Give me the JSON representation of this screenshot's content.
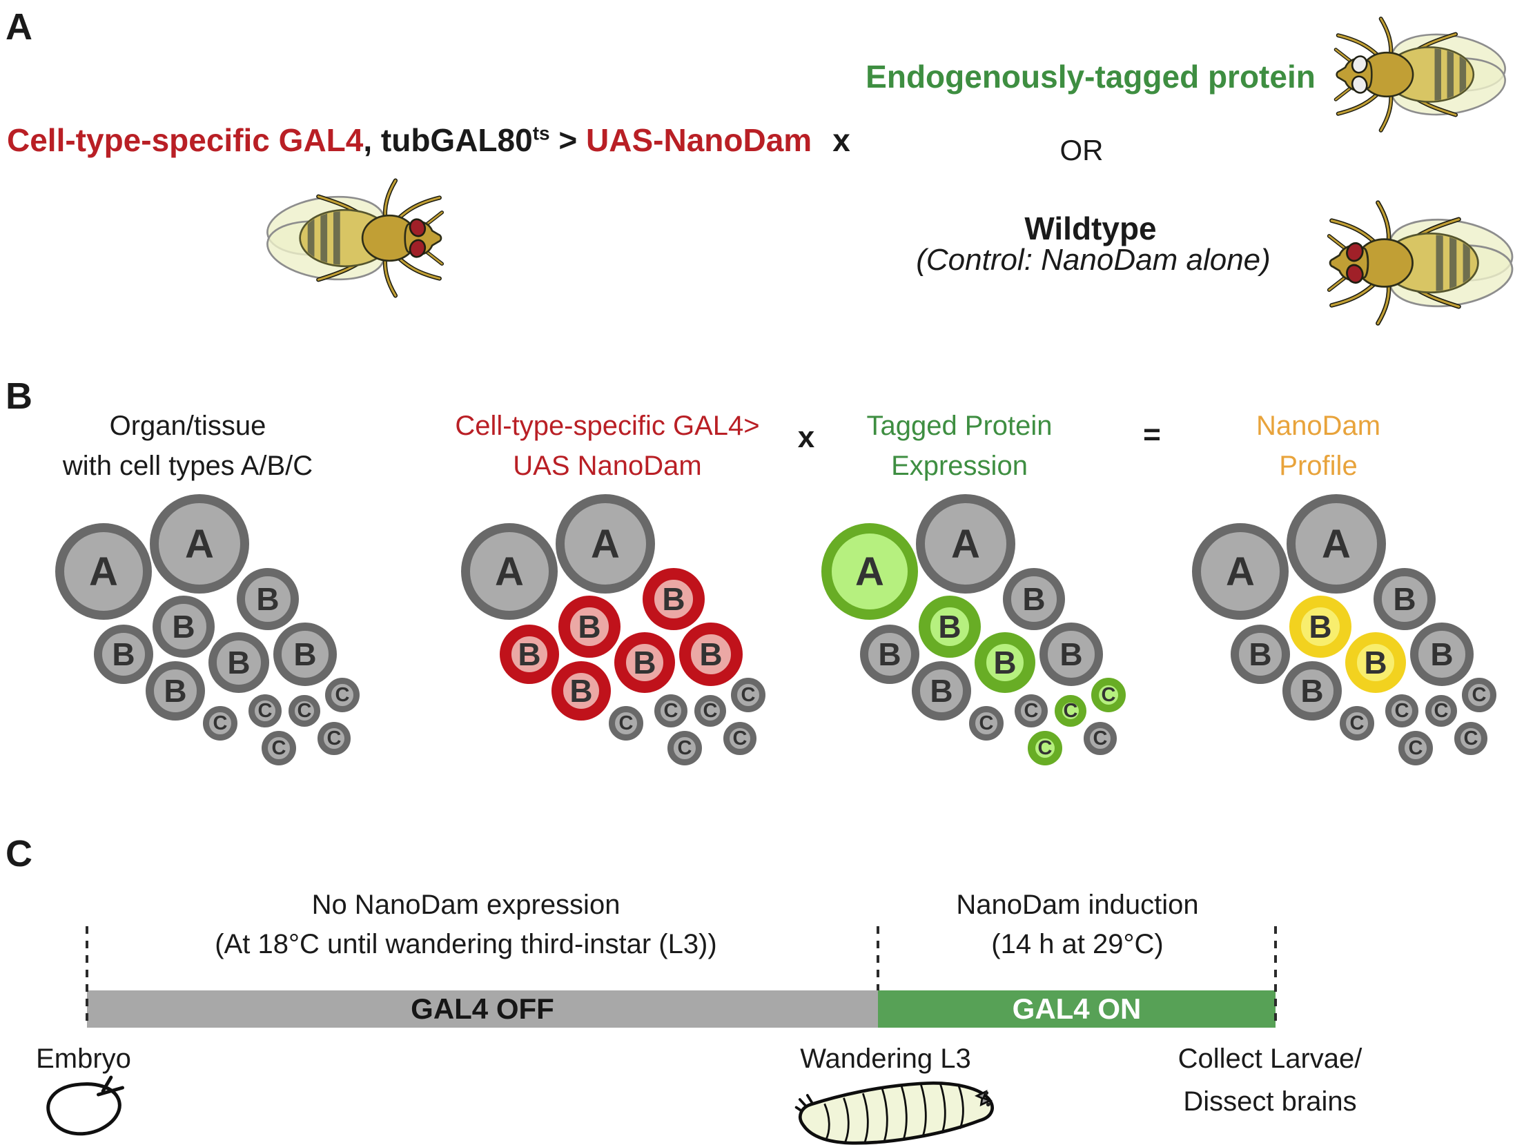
{
  "figure": {
    "panel_a": {
      "label": "A",
      "cross_left": {
        "gal4_red": "Cell-type-specific GAL4",
        "mid_black": ", tubGAL80",
        "sup": "ts",
        "arrow": " > ",
        "uas_red": "UAS-NanoDam",
        "cross_x": "x"
      },
      "right": {
        "tagged_protein": "Endogenously-tagged protein",
        "or": "OR",
        "wildtype": "Wildtype",
        "control": "(Control: NanoDam alone)"
      }
    },
    "panel_b": {
      "label": "B",
      "headers": [
        {
          "id": "organ-tissue",
          "line1": "Organ/tissue",
          "line2": "with cell types A/B/C",
          "color": "ink"
        },
        {
          "id": "gal4-uas-nanodam",
          "line1": "Cell-type-specific GAL4>",
          "line2": "UAS NanoDam",
          "color": "red"
        },
        {
          "id": "tagged-protein",
          "line1": "Tagged Protein",
          "line2": "Expression",
          "color": "green"
        },
        {
          "id": "nanodam-profile",
          "line1": "NanoDam",
          "line2": "Profile",
          "color": "orange"
        }
      ],
      "times": "x",
      "equals": "=",
      "cell_labels": [
        "A",
        "A",
        "B",
        "B",
        "B",
        "B",
        "B",
        "B",
        "C",
        "C",
        "C",
        "C",
        "C",
        "C"
      ],
      "clusters": [
        {
          "id": "organ-tissue",
          "cells": [
            "gray",
            "gray",
            "gray",
            "gray",
            "gray",
            "gray",
            "gray",
            "gray",
            "gray",
            "gray",
            "gray",
            "gray",
            "gray",
            "gray"
          ]
        },
        {
          "id": "gal4-uas-nanodam",
          "cells": [
            "gray",
            "gray",
            "red",
            "red",
            "red",
            "red",
            "red",
            "red",
            "gray",
            "gray",
            "gray",
            "gray",
            "gray",
            "gray"
          ]
        },
        {
          "id": "tagged-protein-expression",
          "cells": [
            "green",
            "gray",
            "gray",
            "green",
            "gray",
            "green",
            "gray",
            "gray",
            "gray",
            "gray",
            "green",
            "green",
            "green",
            "gray"
          ]
        },
        {
          "id": "nanodam-profile",
          "cells": [
            "gray",
            "gray",
            "gray",
            "yellow",
            "gray",
            "yellow",
            "gray",
            "gray",
            "gray",
            "gray",
            "gray",
            "gray",
            "gray",
            "gray"
          ]
        }
      ]
    },
    "panel_c": {
      "label": "C",
      "off_phase": {
        "line1": "No NanoDam expression",
        "line2": "(At 18°C until wandering third-instar (L3))",
        "bar": "GAL4 OFF"
      },
      "on_phase": {
        "line1": "NanoDam induction",
        "line2": "(14 h at 29°C)",
        "bar": "GAL4 ON"
      },
      "milestones": {
        "start": "Embryo",
        "mid": "Wandering L3",
        "end_line1": "Collect Larvae/",
        "end_line2": "Dissect brains"
      }
    }
  },
  "colors": {
    "red_text": "#b91f25",
    "green_text": "#3e8e41",
    "orange_text": "#e8a33b",
    "ink": "#1a1a1a",
    "cell_gray_fill": "#ababab",
    "cell_gray_border": "#696969",
    "cell_red_fill": "#eba8a5",
    "cell_red_border": "#c0121b",
    "cell_green_fill": "#b6f07f",
    "cell_green_border": "#68ad25",
    "cell_yellow_fill": "#f8ee6e",
    "cell_yellow_border": "#f2d21f",
    "bar_gray": "#a8a8a8",
    "bar_green": "#57a156",
    "fly_body": "#c19f35",
    "fly_wing": "#eef0c9",
    "eye_red": "#a02028",
    "eye_white": "#ededed",
    "larva_body": "#f1f5d9"
  }
}
